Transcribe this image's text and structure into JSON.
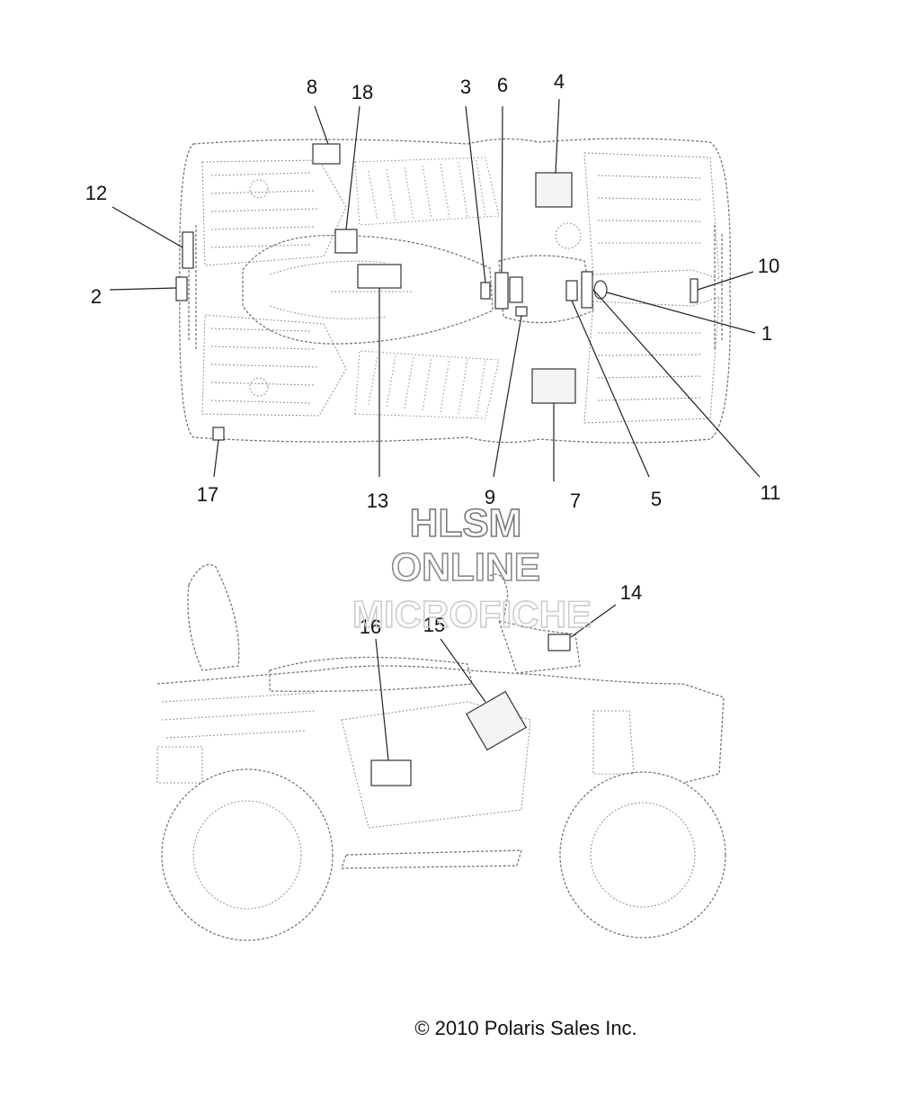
{
  "callouts": {
    "c1": "1",
    "c2": "2",
    "c3": "3",
    "c4": "4",
    "c5": "5",
    "c6": "6",
    "c7": "7",
    "c8": "8",
    "c9": "9",
    "c10": "10",
    "c11": "11",
    "c12": "12",
    "c13": "13",
    "c14": "14",
    "c15": "15",
    "c16": "16",
    "c17": "17",
    "c18": "18"
  },
  "watermark": {
    "line1": "HLSM",
    "line2": "ONLINE",
    "line3": "MICROFICHE"
  },
  "copyright": "© 2010 Polaris Sales Inc."
}
